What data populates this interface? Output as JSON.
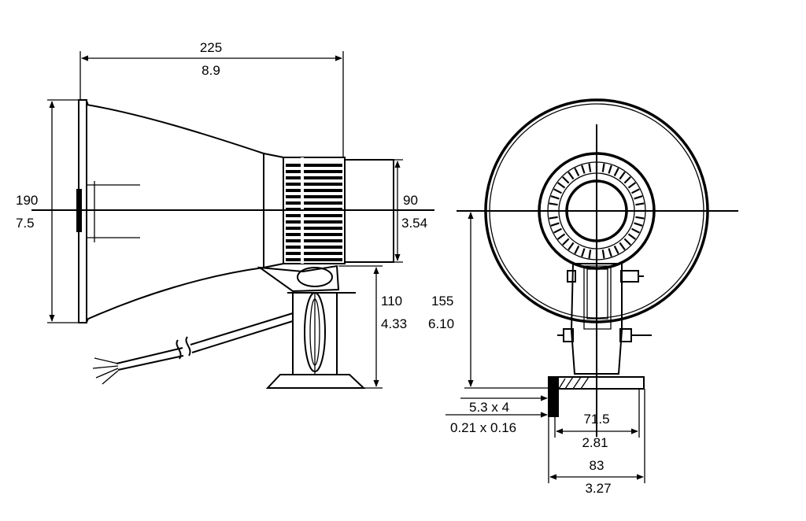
{
  "side_view": {
    "length_mm": "225",
    "length_in": "8.9",
    "mouth_mm": "190",
    "mouth_in": "7.5",
    "driver_mm": "90",
    "driver_in": "3.54",
    "bracket_mm": "110",
    "bracket_in": "4.33"
  },
  "front_view": {
    "height_mm": "155",
    "height_in": "6.10",
    "slot_mm": "5.3 x 4",
    "slot_in": "0.21 x 0.16",
    "hole_spacing_mm": "71.5",
    "hole_spacing_in": "2.81",
    "base_width_mm": "83",
    "base_width_in": "3.27"
  },
  "colors": {
    "line": "#000000",
    "background": "#ffffff"
  }
}
